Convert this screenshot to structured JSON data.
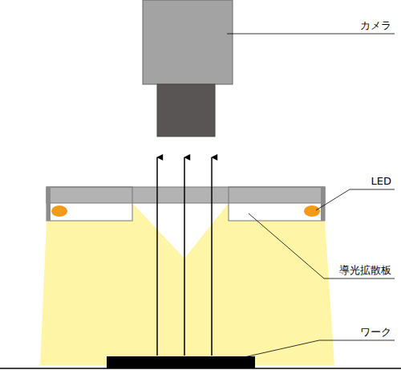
{
  "diagram": {
    "labels": [
      "カメラ",
      "LED",
      "導光拡散板",
      "ワーク"
    ]
  }
}
